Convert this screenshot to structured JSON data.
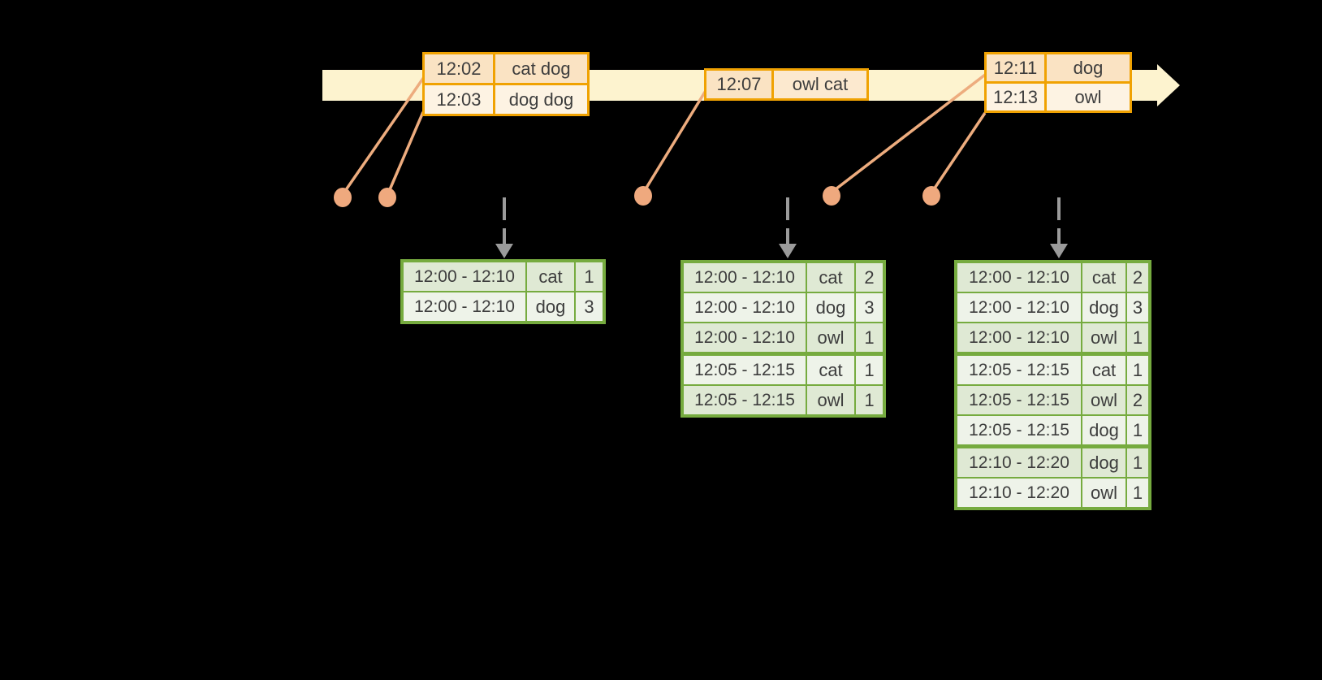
{
  "colors": {
    "background": "#000000",
    "timeline_band": "#fdf3cf",
    "event_table_border": "#f0a202",
    "event_row_peach": "#fae3c3",
    "event_row_cream": "#fdf3e3",
    "event_marker_orange": "#efa97e",
    "trigger_arrow_gray": "#9b9b9b",
    "result_table_border": "#76ab3f",
    "result_row_dark": "#dfe9d4",
    "result_row_light": "#eef3e9",
    "text": "#3d3d3d"
  },
  "event_tables": [
    {
      "rows": [
        {
          "time": "12:02",
          "words": "cat dog"
        },
        {
          "time": "12:03",
          "words": "dog dog"
        }
      ]
    },
    {
      "rows": [
        {
          "time": "12:07",
          "words": "owl cat"
        }
      ]
    },
    {
      "rows": [
        {
          "time": "12:11",
          "words": "dog"
        },
        {
          "time": "12:13",
          "words": "owl"
        }
      ]
    }
  ],
  "result_tables": [
    {
      "rows": [
        {
          "window": "12:00 - 12:10",
          "word": "cat",
          "count": "1"
        },
        {
          "window": "12:00 - 12:10",
          "word": "dog",
          "count": "3"
        }
      ]
    },
    {
      "rows": [
        {
          "window": "12:00 - 12:10",
          "word": "cat",
          "count": "2"
        },
        {
          "window": "12:00 - 12:10",
          "word": "dog",
          "count": "3"
        },
        {
          "window": "12:00 - 12:10",
          "word": "owl",
          "count": "1"
        },
        {
          "window": "12:05 - 12:15",
          "word": "cat",
          "count": "1",
          "group_start": true
        },
        {
          "window": "12:05 - 12:15",
          "word": "owl",
          "count": "1"
        }
      ]
    },
    {
      "rows": [
        {
          "window": "12:00 - 12:10",
          "word": "cat",
          "count": "2"
        },
        {
          "window": "12:00 - 12:10",
          "word": "dog",
          "count": "3"
        },
        {
          "window": "12:00 - 12:10",
          "word": "owl",
          "count": "1"
        },
        {
          "window": "12:05 - 12:15",
          "word": "cat",
          "count": "1",
          "group_start": true
        },
        {
          "window": "12:05 - 12:15",
          "word": "owl",
          "count": "2"
        },
        {
          "window": "12:05 - 12:15",
          "word": "dog",
          "count": "1"
        },
        {
          "window": "12:10 - 12:20",
          "word": "dog",
          "count": "1",
          "group_start": true
        },
        {
          "window": "12:10 - 12:20",
          "word": "owl",
          "count": "1"
        }
      ]
    }
  ]
}
